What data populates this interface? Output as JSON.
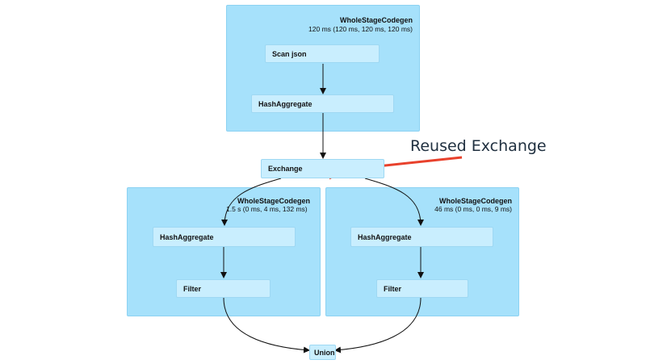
{
  "stages": {
    "top": {
      "title": "WholeStageCodegen",
      "metric": "120 ms (120 ms, 120 ms, 120 ms)"
    },
    "left": {
      "title": "WholeStageCodegen",
      "metric": "1.5 s (0 ms, 4 ms, 132 ms)"
    },
    "right": {
      "title": "WholeStageCodegen",
      "metric": "46 ms (0 ms, 0 ms, 9 ms)"
    }
  },
  "nodes": {
    "scan_json": "Scan json",
    "hash_aggregate_top": "HashAggregate",
    "exchange": "Exchange",
    "hash_aggregate_left": "HashAggregate",
    "filter_left": "Filter",
    "hash_aggregate_right": "HashAggregate",
    "filter_right": "Filter",
    "union": "Union"
  },
  "annotation": {
    "text": "Reused Exchange",
    "color": "#e8412c"
  },
  "colors": {
    "stage": "#a6e1fb",
    "node": "#c9eefe",
    "edge": "#111111"
  }
}
